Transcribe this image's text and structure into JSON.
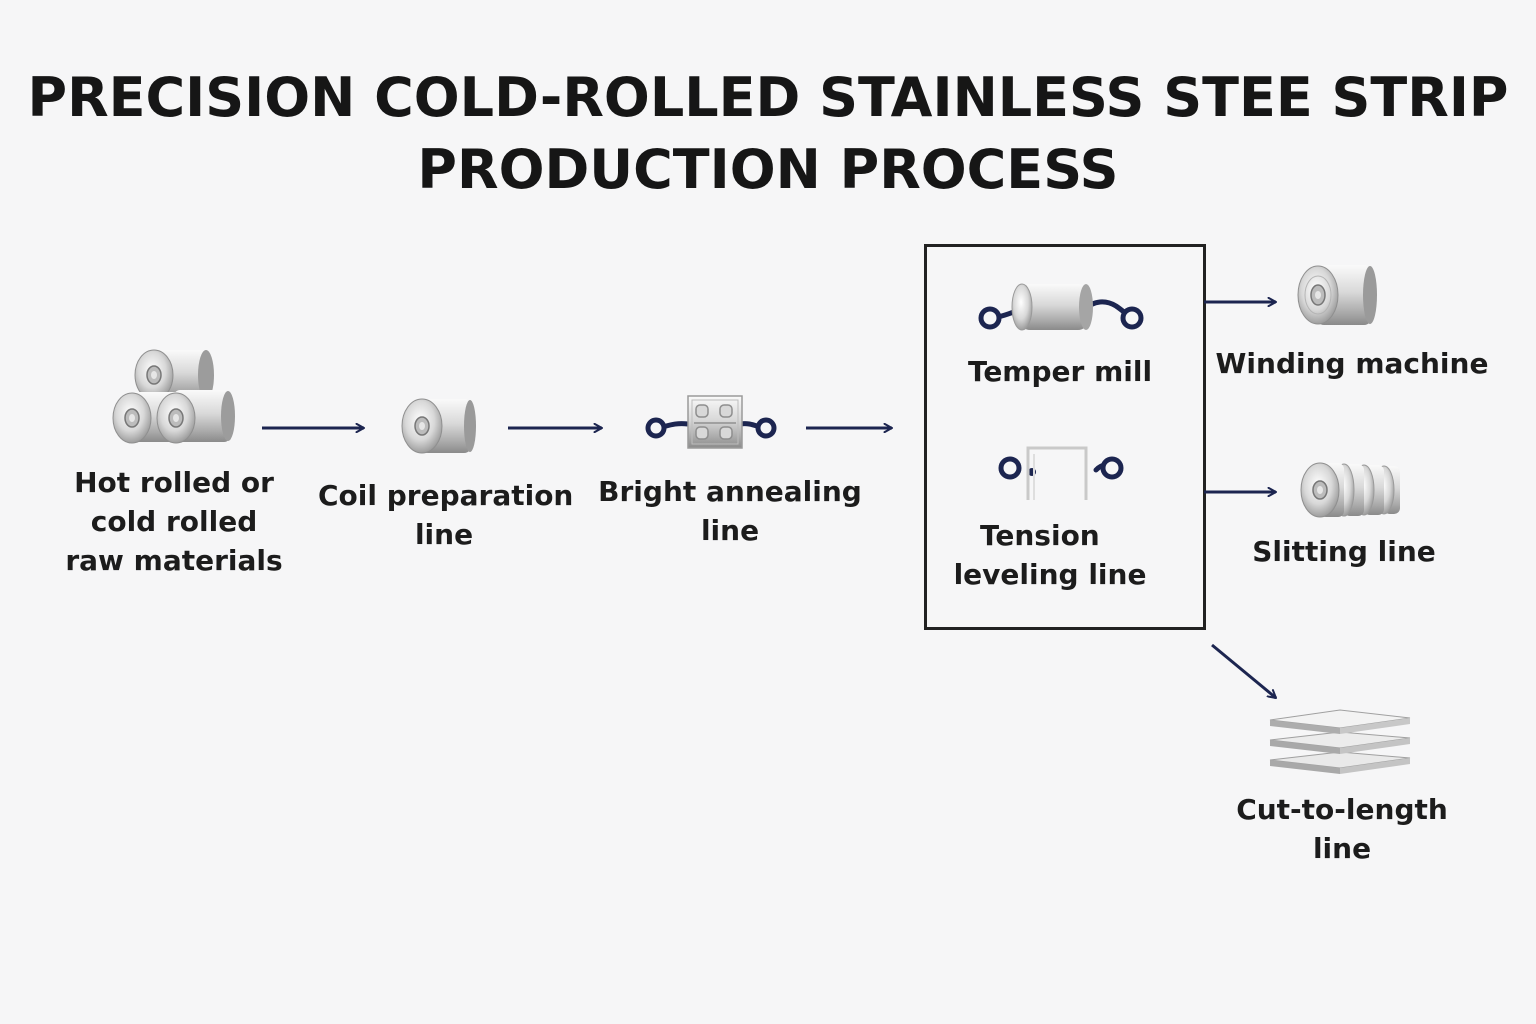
{
  "diagram": {
    "title_line1": "PRECISION COLD-ROLLED STAINLESS STEE STRIP",
    "title_line2": "PRODUCTION PROCESS",
    "steps": [
      {
        "id": "raw",
        "lines": [
          "Hot rolled or",
          "cold rolled",
          "raw materials"
        ],
        "icon": "stacked-coils-icon"
      },
      {
        "id": "coil-prep",
        "lines": [
          "Coil preparation",
          "line"
        ],
        "icon": "coil-icon"
      },
      {
        "id": "bright-annealing",
        "lines": [
          "Bright annealing",
          "line"
        ],
        "icon": "annealing-furnace-icon"
      },
      {
        "id": "temper-mill",
        "lines": [
          "Temper mill"
        ],
        "icon": "temper-mill-roller-icon"
      },
      {
        "id": "tension-leveling",
        "lines": [
          "Tension",
          "leveling line"
        ],
        "icon": "tension-leveler-icon"
      },
      {
        "id": "winding",
        "lines": [
          "Winding machine"
        ],
        "icon": "wound-coil-icon"
      },
      {
        "id": "slitting",
        "lines": [
          "Slitting line"
        ],
        "icon": "slit-coils-icon"
      },
      {
        "id": "cut-to-length",
        "lines": [
          "Cut-to-length",
          "line"
        ],
        "icon": "stacked-sheets-icon"
      }
    ],
    "colors": {
      "arrow": "#1c2550",
      "box_border": "#222222",
      "background": "#f6f6f7",
      "metal_light": "#f2f2f2",
      "metal_dark": "#8e8e8e"
    }
  }
}
